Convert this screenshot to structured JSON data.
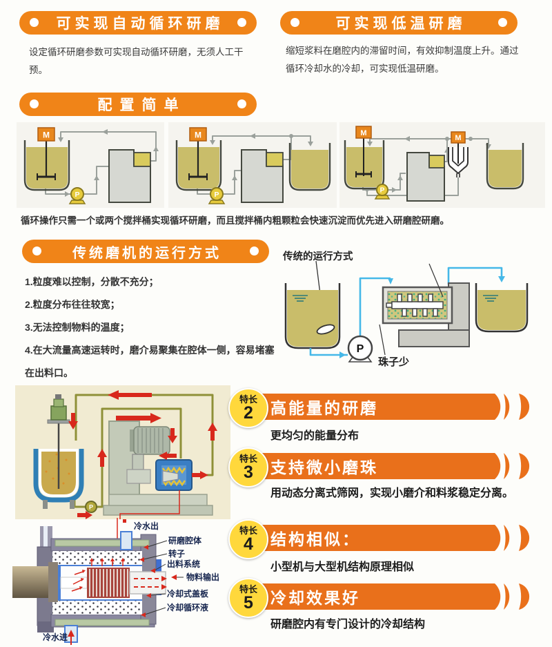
{
  "colors": {
    "pill_orange": "#f08418",
    "feature_orange": "#e9701b",
    "badge_yellow": "#ffd83c",
    "slurry_olive": "#c9bd6a",
    "pipe_blue": "#45b8e8",
    "arrow_red": "#d8281c"
  },
  "sections": {
    "auto": {
      "title": "可实现自动循环研磨",
      "body": "设定循环研磨参数可实现自动循环研磨，无须人工干预。"
    },
    "lowtemp": {
      "title": "可实现低温研磨",
      "body": "缩短浆料在磨腔内的滞留时间，有效抑制温度上升。通过循环冷却水的冷却，可实现低温研磨。"
    },
    "config": {
      "title": "配置简单",
      "caption": "循环操作只需一个或两个搅拌桶实现循环研磨，而且搅拌桶内粗颗粒会快速沉淀而优先进入研磨腔研磨。",
      "mixer": "M",
      "pump": "P"
    },
    "traditional": {
      "title": "传统磨机的运行方式",
      "points": [
        "1.粒度难以控制，分散不充分；",
        "2.粒度分布往往较宽；",
        "3.无法控制物料的温度；",
        "4.在大流量高速运转时，磨介易聚集在腔体一侧，容易堵塞在出料口。"
      ],
      "diagram_label": "传统的运行方式",
      "pump": "P",
      "note": "珠子少"
    },
    "machine": {
      "pump": "P"
    },
    "cross": {
      "cold_out": "冷水出",
      "chamber": "研磨腔体",
      "rotor": "转子",
      "discharge": "出料系统",
      "material_out": "物料输出",
      "cover": "冷却式盖板",
      "coolant": "冷却循环液",
      "cold_in": "冷水进"
    },
    "features": [
      {
        "badge": "特长",
        "num": "2",
        "title": "高能量的研磨",
        "desc": "更均匀的能量分布"
      },
      {
        "badge": "特长",
        "num": "3",
        "title": "支持微小磨珠",
        "desc": "用动态分离式筛网，实现小磨介和料浆稳定分离。"
      },
      {
        "badge": "特长",
        "num": "4",
        "title": "结构相似：",
        "desc": "小型机与大型机结构原理相似"
      },
      {
        "badge": "特长",
        "num": "5",
        "title": "冷却效果好",
        "desc": "研磨腔内有专门设计的冷却结构"
      }
    ]
  }
}
